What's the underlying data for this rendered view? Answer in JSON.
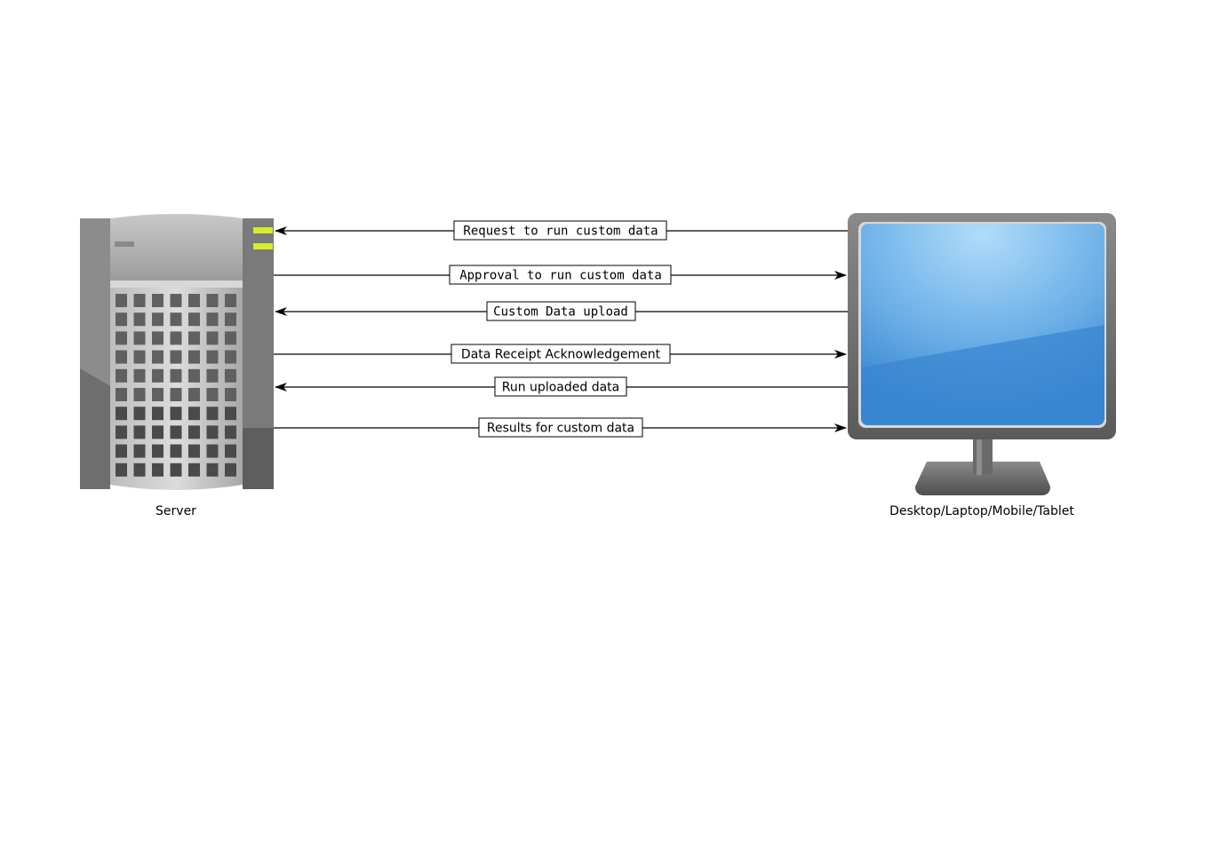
{
  "nodes": {
    "server": {
      "label": "Server",
      "icon": "server-icon"
    },
    "client": {
      "label": "Desktop/Laptop/Mobile/Tablet",
      "icon": "monitor-icon"
    }
  },
  "messages": [
    {
      "label": "Request to run custom data",
      "direction": "client-to-server",
      "font": "mono"
    },
    {
      "label": "Approval to run custom data",
      "direction": "server-to-client",
      "font": "mono"
    },
    {
      "label": "Custom Data upload",
      "direction": "client-to-server",
      "font": "mono"
    },
    {
      "label": "Data Receipt Acknowledgement",
      "direction": "server-to-client",
      "font": "sans"
    },
    {
      "label": "Run uploaded data",
      "direction": "client-to-server",
      "font": "sans"
    },
    {
      "label": "Results for custom data",
      "direction": "server-to-client",
      "font": "sans"
    }
  ],
  "colors": {
    "led": "#d4ec2a",
    "screen": "#4a90d9",
    "bezel": "#6a6a6a"
  }
}
